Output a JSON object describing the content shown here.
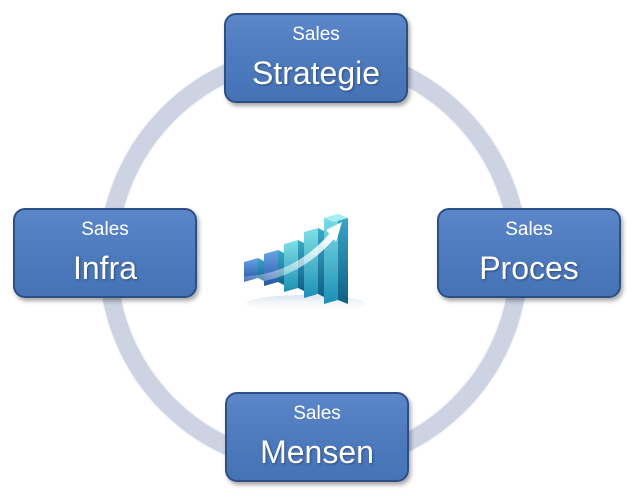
{
  "diagram": {
    "nodes": [
      {
        "id": "top",
        "small": "Sales",
        "big": "Strategie"
      },
      {
        "id": "right",
        "small": "Sales",
        "big": "Proces"
      },
      {
        "id": "bottom",
        "small": "Sales",
        "big": "Mensen"
      },
      {
        "id": "left",
        "small": "Sales",
        "big": "Infra"
      }
    ],
    "center_icon": "rising-bar-chart-icon",
    "colors": {
      "node_fill": "#4d79bd",
      "node_border": "#2c4f86",
      "ring": "#cdd3e2",
      "text": "#ffffff"
    }
  }
}
